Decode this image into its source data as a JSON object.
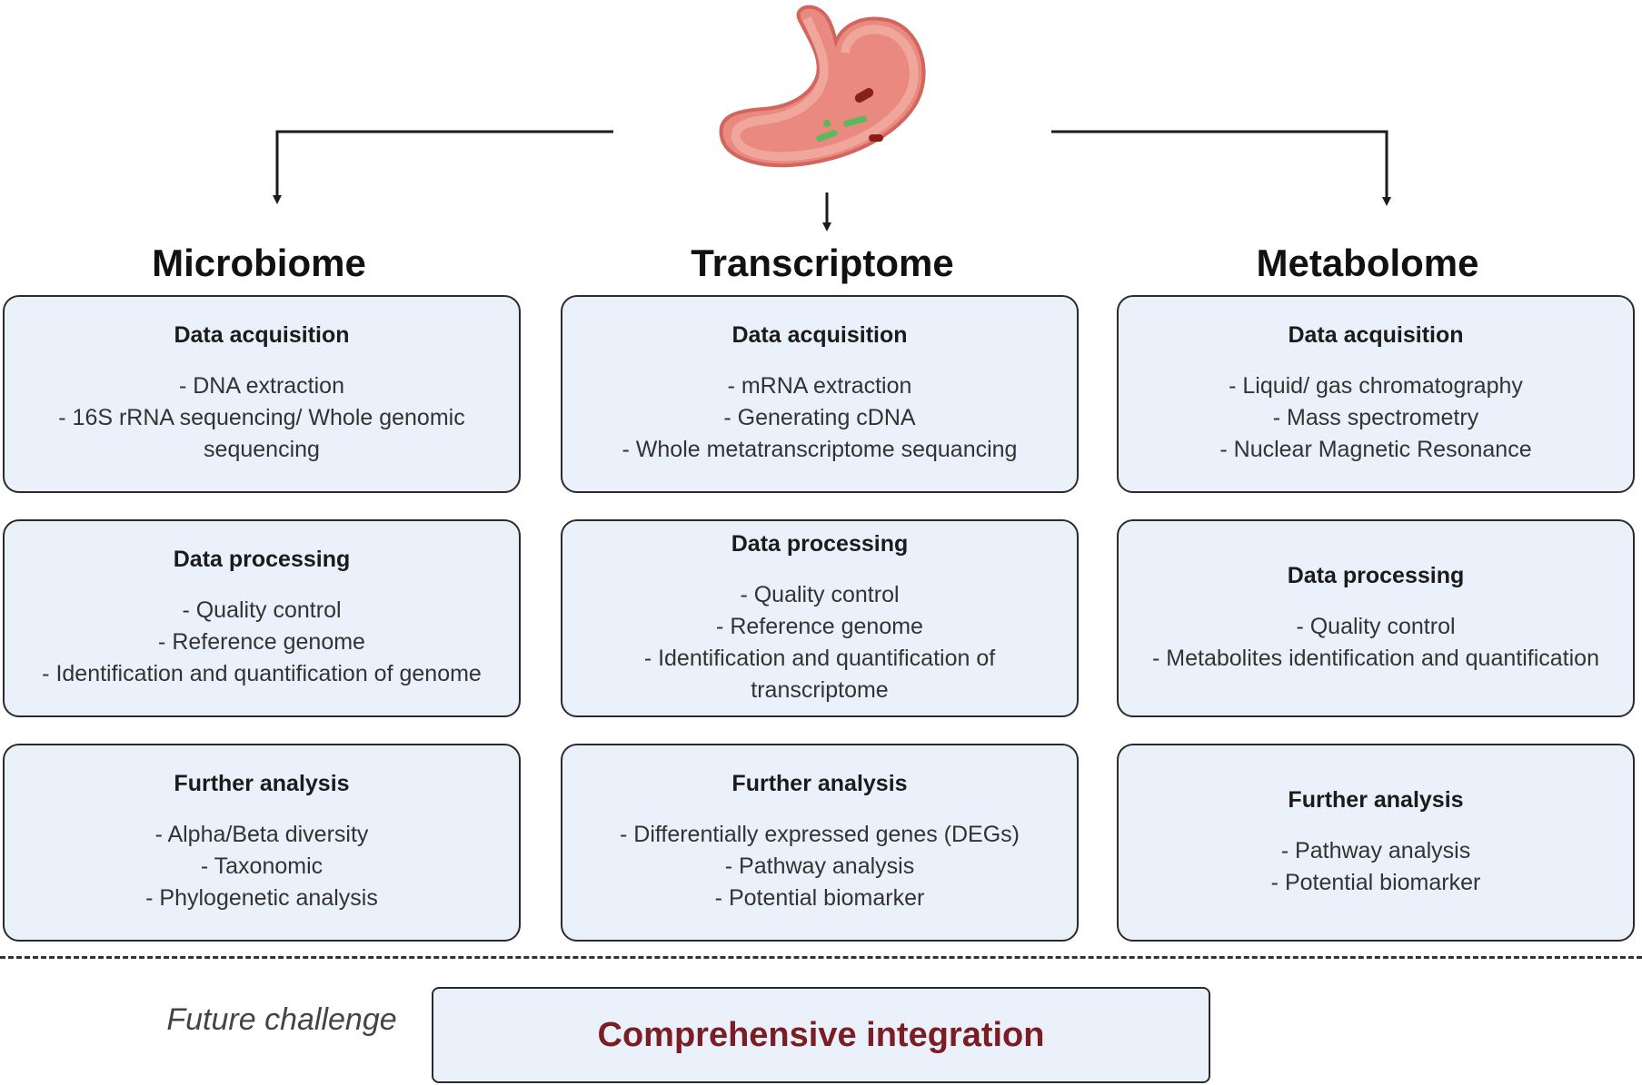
{
  "columns": [
    {
      "title": "Microbiome",
      "acquisition": {
        "heading": "Data acquisition",
        "items": [
          "- DNA extraction",
          "- 16S rRNA sequencing/ Whole genomic",
          "sequencing"
        ]
      },
      "processing": {
        "heading": "Data processing",
        "items": [
          "- Quality control",
          "- Reference genome",
          "- Identification and quantification of genome"
        ]
      },
      "analysis": {
        "heading": "Further analysis",
        "items": [
          "- Alpha/Beta diversity",
          "- Taxonomic",
          "- Phylogenetic analysis"
        ]
      }
    },
    {
      "title": "Transcriptome",
      "acquisition": {
        "heading": "Data acquisition",
        "items": [
          "- mRNA extraction",
          "- Generating cDNA",
          "- Whole metatranscriptome sequancing"
        ]
      },
      "processing": {
        "heading": "Data processing",
        "items": [
          "- Quality control",
          "- Reference genome",
          "- Identification and quantification of",
          "transcriptome"
        ]
      },
      "analysis": {
        "heading": "Further analysis",
        "items": [
          "- Differentially expressed genes (DEGs)",
          "- Pathway analysis",
          "- Potential biomarker"
        ]
      }
    },
    {
      "title": "Metabolome",
      "acquisition": {
        "heading": "Data acquisition",
        "items": [
          "- Liquid/ gas chromatography",
          "- Mass spectrometry",
          "- Nuclear Magnetic Resonance"
        ]
      },
      "processing": {
        "heading": "Data processing",
        "items": [
          "- Quality control",
          "- Metabolites identification and quantification"
        ]
      },
      "analysis": {
        "heading": "Further analysis",
        "items": [
          "- Pathway analysis",
          "- Potential biomarker"
        ]
      }
    }
  ],
  "future": {
    "label": "Future challenge",
    "integration": "Comprehensive integration"
  },
  "icons": {
    "stomach": "stomach-icon"
  },
  "colors": {
    "box_fill": "#eaf1fb",
    "integration_text": "#7a1e24",
    "stomach": "#e9897f"
  }
}
